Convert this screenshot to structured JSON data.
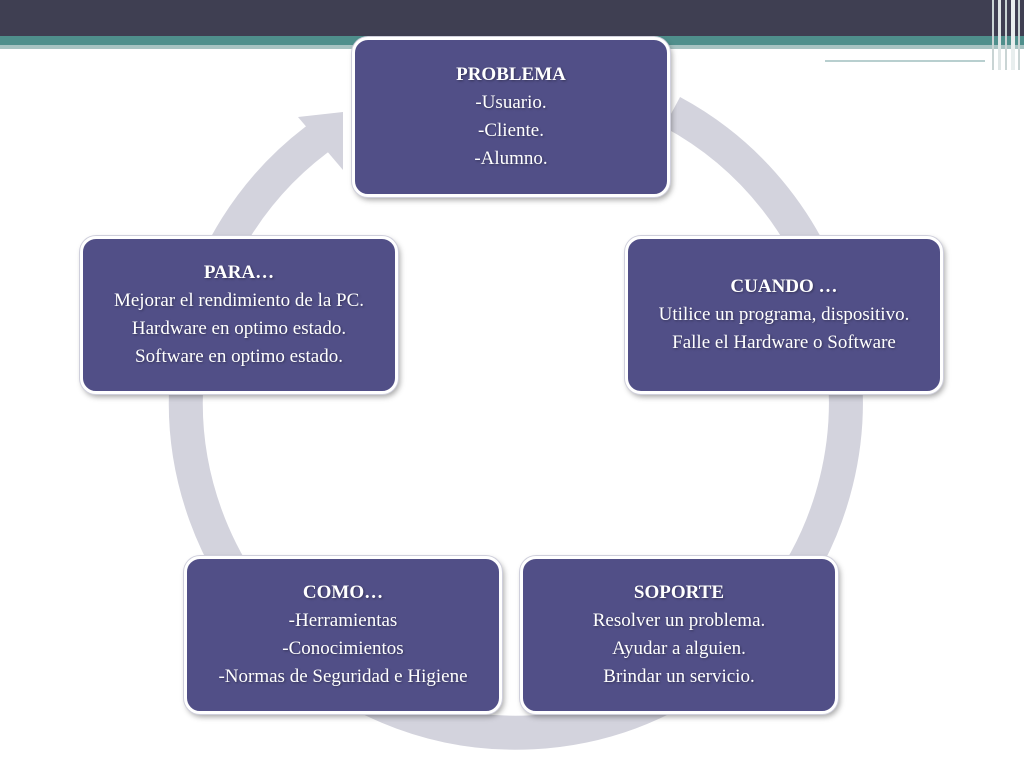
{
  "colors": {
    "header_dark": "#3f3f52",
    "header_teal": "#4f8f8c",
    "box_fill": "#514f87",
    "box_text": "#ffffff",
    "cycle_arrow": "#d3d3dd"
  },
  "diagram": {
    "type": "cycle",
    "nodes": [
      {
        "id": "problema",
        "title": "PROBLEMA",
        "lines": [
          "-Usuario.",
          "-Cliente.",
          "-Alumno."
        ]
      },
      {
        "id": "cuando",
        "title": "CUANDO …",
        "lines": [
          "Utilice un programa, dispositivo.",
          "Falle el Hardware o Software"
        ]
      },
      {
        "id": "soporte",
        "title": "SOPORTE",
        "lines": [
          "Resolver un problema.",
          "Ayudar a alguien.",
          "Brindar un servicio."
        ]
      },
      {
        "id": "como",
        "title": "COMO…",
        "lines": [
          "-Herramientas",
          "-Conocimientos",
          "-Normas de Seguridad e Higiene"
        ]
      },
      {
        "id": "para",
        "title": "PARA…",
        "lines": [
          "Mejorar el rendimiento de la PC.",
          "Hardware  en optimo estado.",
          "Software en optimo estado."
        ]
      }
    ]
  }
}
